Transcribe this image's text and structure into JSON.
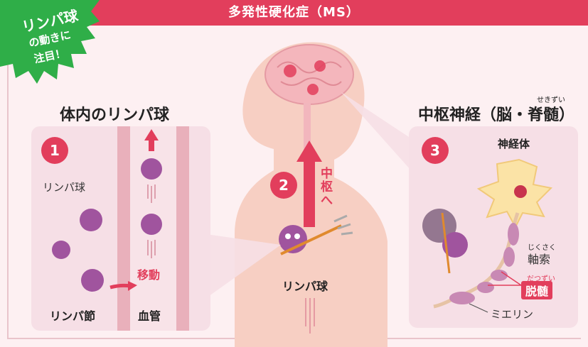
{
  "banner": {
    "title": "多発性硬化症（MS）"
  },
  "badge": {
    "line1": "リンパ球",
    "line2": "の動きに",
    "line3": "注目！"
  },
  "left_section": {
    "heading": "体内のリンパ球"
  },
  "right_section": {
    "heading": "中枢神経（脳・脊髄）",
    "ruby": "せきずい"
  },
  "step1": {
    "number": "1",
    "lymphocyte_label": "リンパ球",
    "move_label": "移動",
    "node_label": "リンパ節",
    "vessel_label": "血管"
  },
  "step2": {
    "number": "2",
    "to_cns_label": "中枢へ",
    "lymphocyte_label": "リンパ球"
  },
  "step3": {
    "number": "3",
    "cell_body_label": "神経体",
    "axon_ruby": "じくさく",
    "axon_label": "軸索",
    "demyelination_ruby": "だつずい",
    "demyelination_label": "脱髄",
    "myelin_label": "ミエリン"
  },
  "colors": {
    "accent": "#e23e5c",
    "panel": "#f6dfe6",
    "body": "#f7cfc3",
    "lymphocyte": "#a0549e"
  }
}
